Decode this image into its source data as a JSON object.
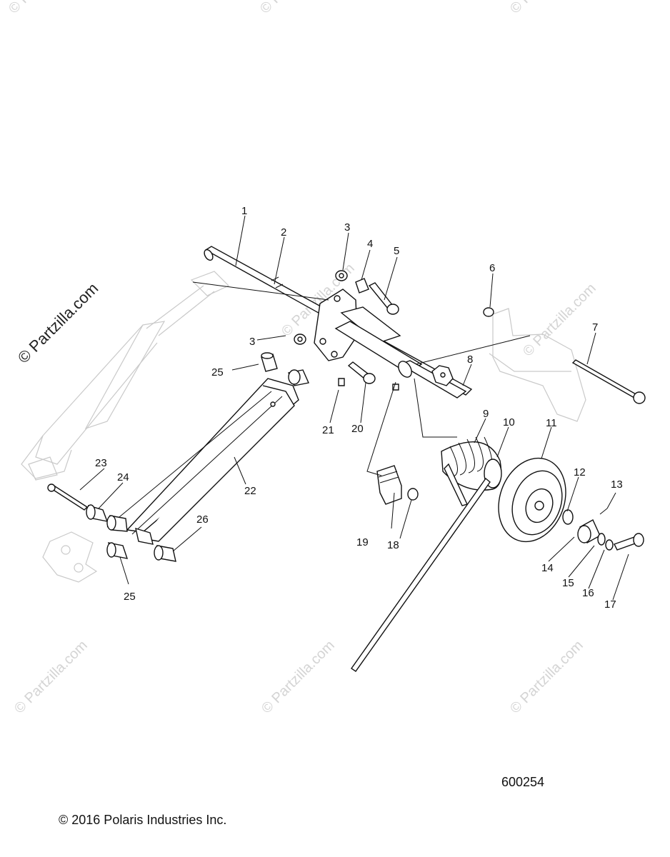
{
  "watermark_text": "© Partzilla.com",
  "figure_number": "600254",
  "copyright": "© 2016 Polaris Industries Inc.",
  "callouts": [
    "1",
    "2",
    "3",
    "4",
    "5",
    "6",
    "7",
    "8",
    "9",
    "10",
    "11",
    "12",
    "13",
    "14",
    "15",
    "16",
    "17",
    "18",
    "19",
    "20",
    "21",
    "22",
    "23",
    "24",
    "25",
    "26"
  ]
}
